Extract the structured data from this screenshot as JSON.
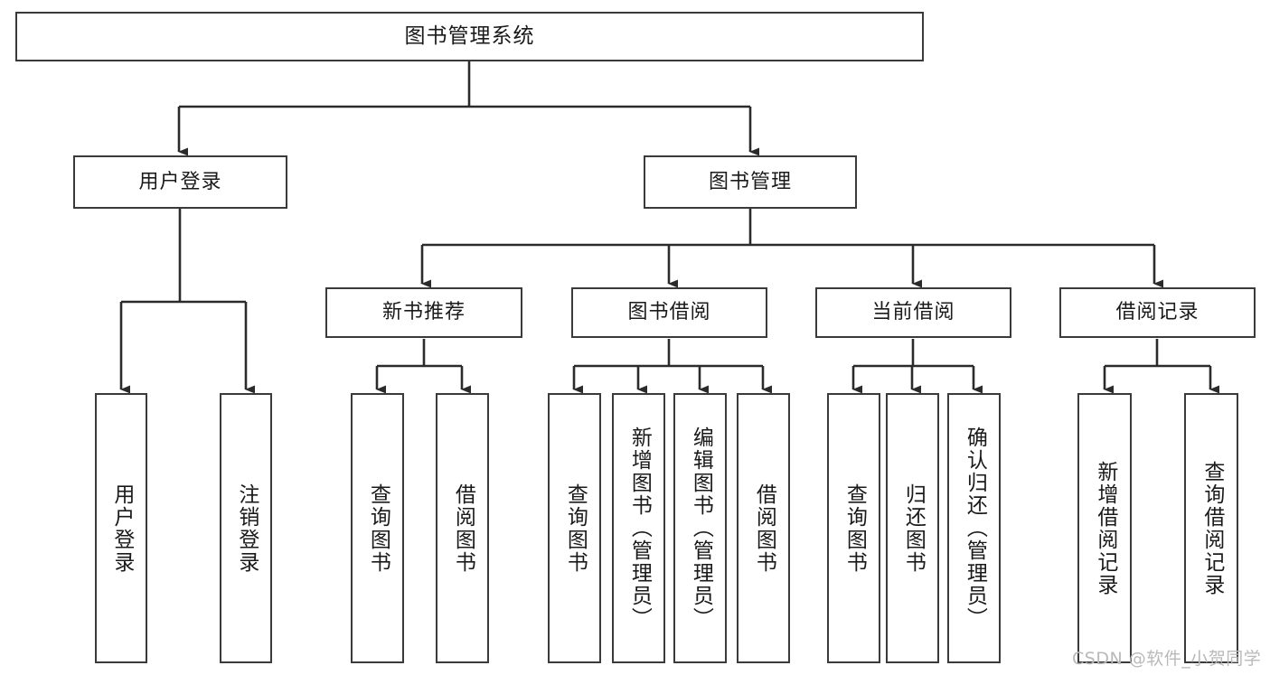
{
  "diagram": {
    "type": "tree-hierarchy",
    "root": {
      "label": "图书管理系统"
    },
    "level2": [
      {
        "label": "用户登录"
      },
      {
        "label": "图书管理"
      }
    ],
    "level3": [
      {
        "label": "新书推荐"
      },
      {
        "label": "图书借阅"
      },
      {
        "label": "当前借阅"
      },
      {
        "label": "借阅记录"
      }
    ],
    "leaves": {
      "user_login": [
        {
          "label": "用户登录"
        },
        {
          "label": "注销登录"
        }
      ],
      "new_book_recommend": [
        {
          "label": "查询图书"
        },
        {
          "label": "借阅图书"
        }
      ],
      "book_borrow": [
        {
          "label": "查询图书"
        },
        {
          "label": "新增图书（管理员）"
        },
        {
          "label": "编辑图书（管理员）"
        },
        {
          "label": "借阅图书"
        }
      ],
      "current_borrow": [
        {
          "label": "查询图书"
        },
        {
          "label": "归还图书"
        },
        {
          "label": "确认归还（管理员）"
        }
      ],
      "borrow_record": [
        {
          "label": "新增借阅记录"
        },
        {
          "label": "查询借阅记录"
        }
      ]
    }
  },
  "watermark": {
    "text": "CSDN @软件_小贺同学"
  },
  "colors": {
    "box_border": "#3a3a3a",
    "connector": "#2b2b2b",
    "background": "#ffffff",
    "text": "#1a1a1a",
    "watermark": "#b9b9b9"
  }
}
